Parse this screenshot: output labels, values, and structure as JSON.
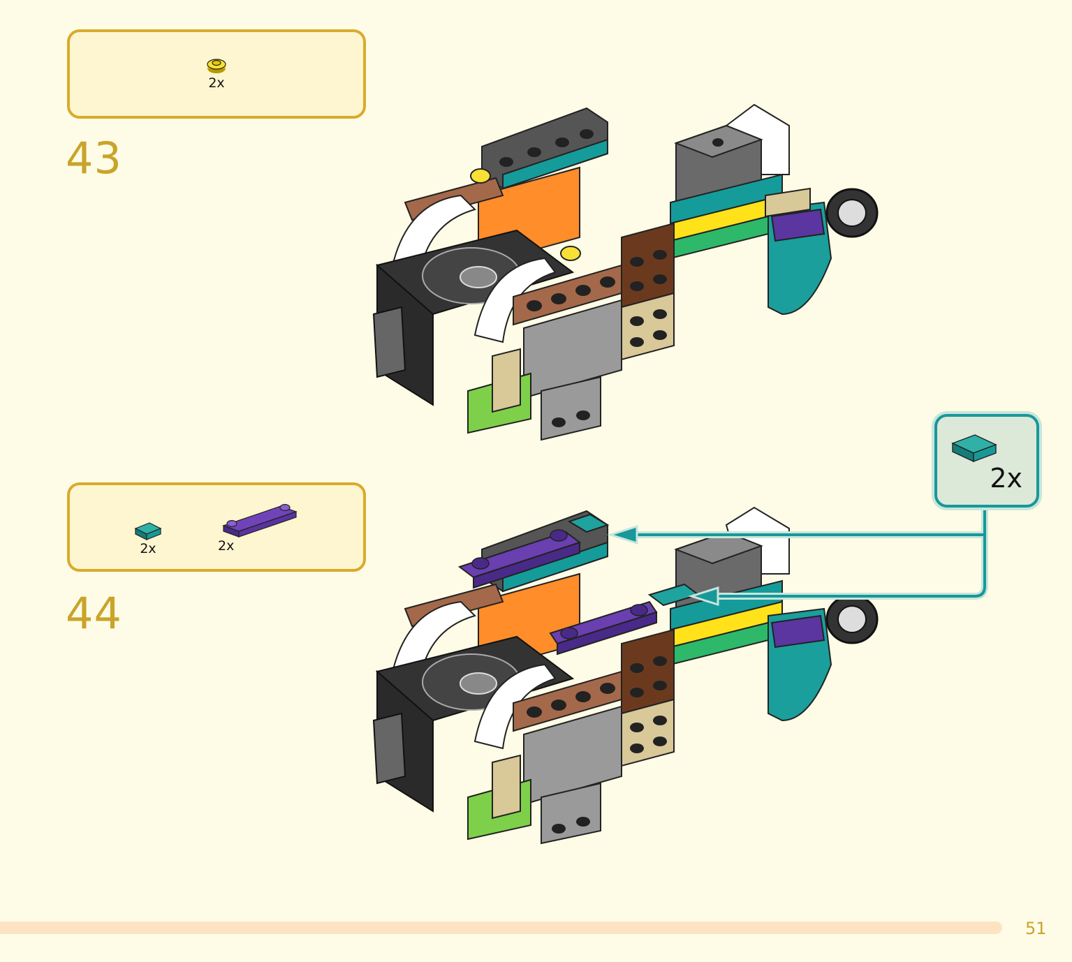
{
  "steps": [
    {
      "number": "43",
      "parts": [
        {
          "icon": "yellow-round-plate-icon",
          "qty": "2x"
        }
      ]
    },
    {
      "number": "44",
      "parts": [
        {
          "icon": "teal-tile-icon",
          "qty": "2x"
        },
        {
          "icon": "purple-plate-icon",
          "qty": "2x"
        }
      ]
    }
  ],
  "callout": {
    "icon": "teal-tile-icon",
    "qty": "2x"
  },
  "page_number": "51",
  "colors": {
    "accent_gold": "#c9a42a",
    "parts_border": "#d8ab2c",
    "callout_teal": "#18989a",
    "footer_bar": "#fde3c1"
  }
}
